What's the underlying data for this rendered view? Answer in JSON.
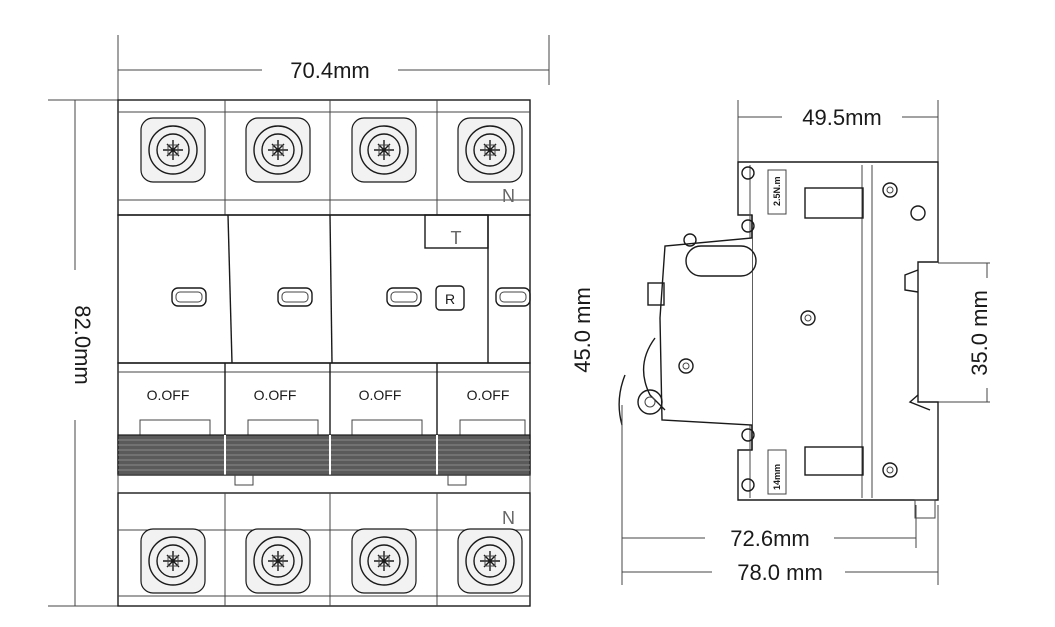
{
  "dimensions": {
    "front_width": "70.4mm",
    "front_height": "82.0mm",
    "side_top_width": "49.5mm",
    "side_height": "45.0 mm",
    "din_rail": "35.0 mm",
    "depth_body": "72.6mm",
    "depth_total": "78.0 mm"
  },
  "front_view": {
    "top_neutral_label": "N",
    "bottom_neutral_label": "N",
    "test_button_label": "T",
    "reset_indicator_label": "R",
    "pole_labels": [
      "O.OFF",
      "O.OFF",
      "O.OFF",
      "O.OFF"
    ]
  },
  "side_view": {
    "torque_label": "2.5N.m",
    "strip_label": "14mm"
  }
}
